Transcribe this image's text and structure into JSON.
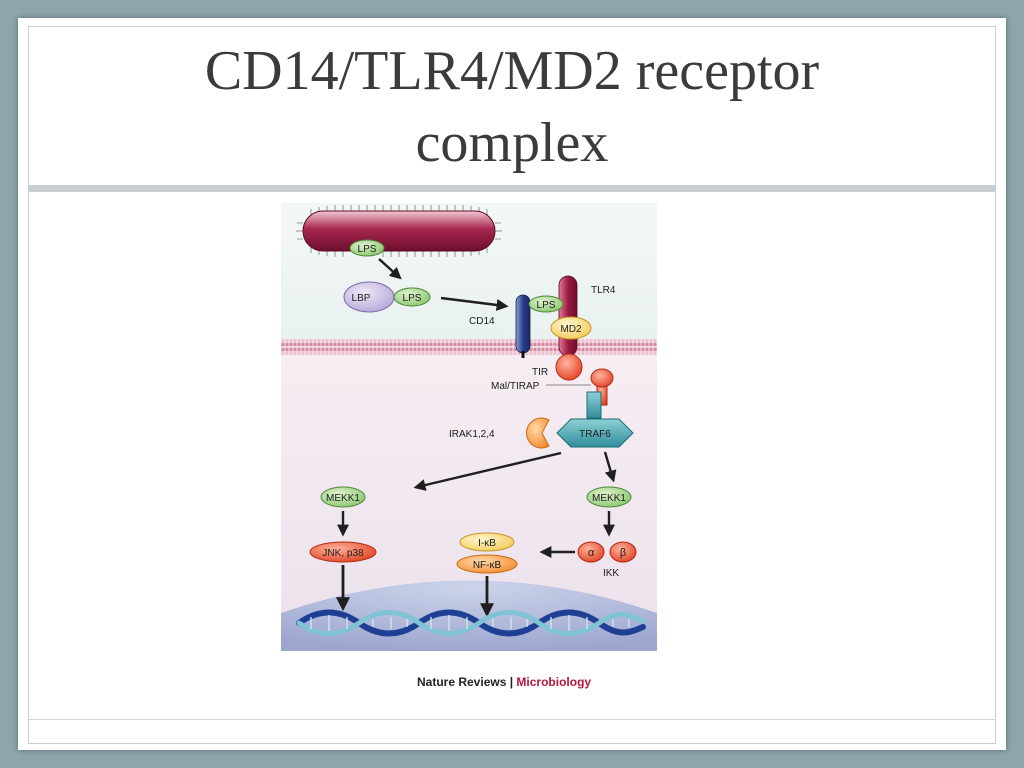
{
  "slide": {
    "title_line1": "CD14/TLR4/MD2 receptor",
    "title_line2": "complex"
  },
  "diagram": {
    "lps_bacterium": "LPS",
    "lbp": "LBP",
    "lps_bound": "LPS",
    "lps_cd14": "LPS",
    "cd14": "CD14",
    "tlr4": "TLR4",
    "md2": "MD2",
    "tir": "TIR",
    "mal_tirap": "Mal/TIRAP",
    "irak": "IRAK1,2,4",
    "traf6": "TRAF6",
    "mekk1_left": "MEKK1",
    "mekk1_right": "MEKK1",
    "jnk": "JNK, p38",
    "ikb": "I-κB",
    "nfkb": "NF-κB",
    "alpha": "α",
    "beta": "β",
    "ikk": "IKK"
  },
  "credit": {
    "journal": "Nature Reviews",
    "separator": " | ",
    "brand": "Microbiology"
  },
  "colors": {
    "slide_border": "#8fa5ad",
    "title_text": "#3b3b3b",
    "rule": "#c8cdd0",
    "brand": "#b4163c"
  }
}
